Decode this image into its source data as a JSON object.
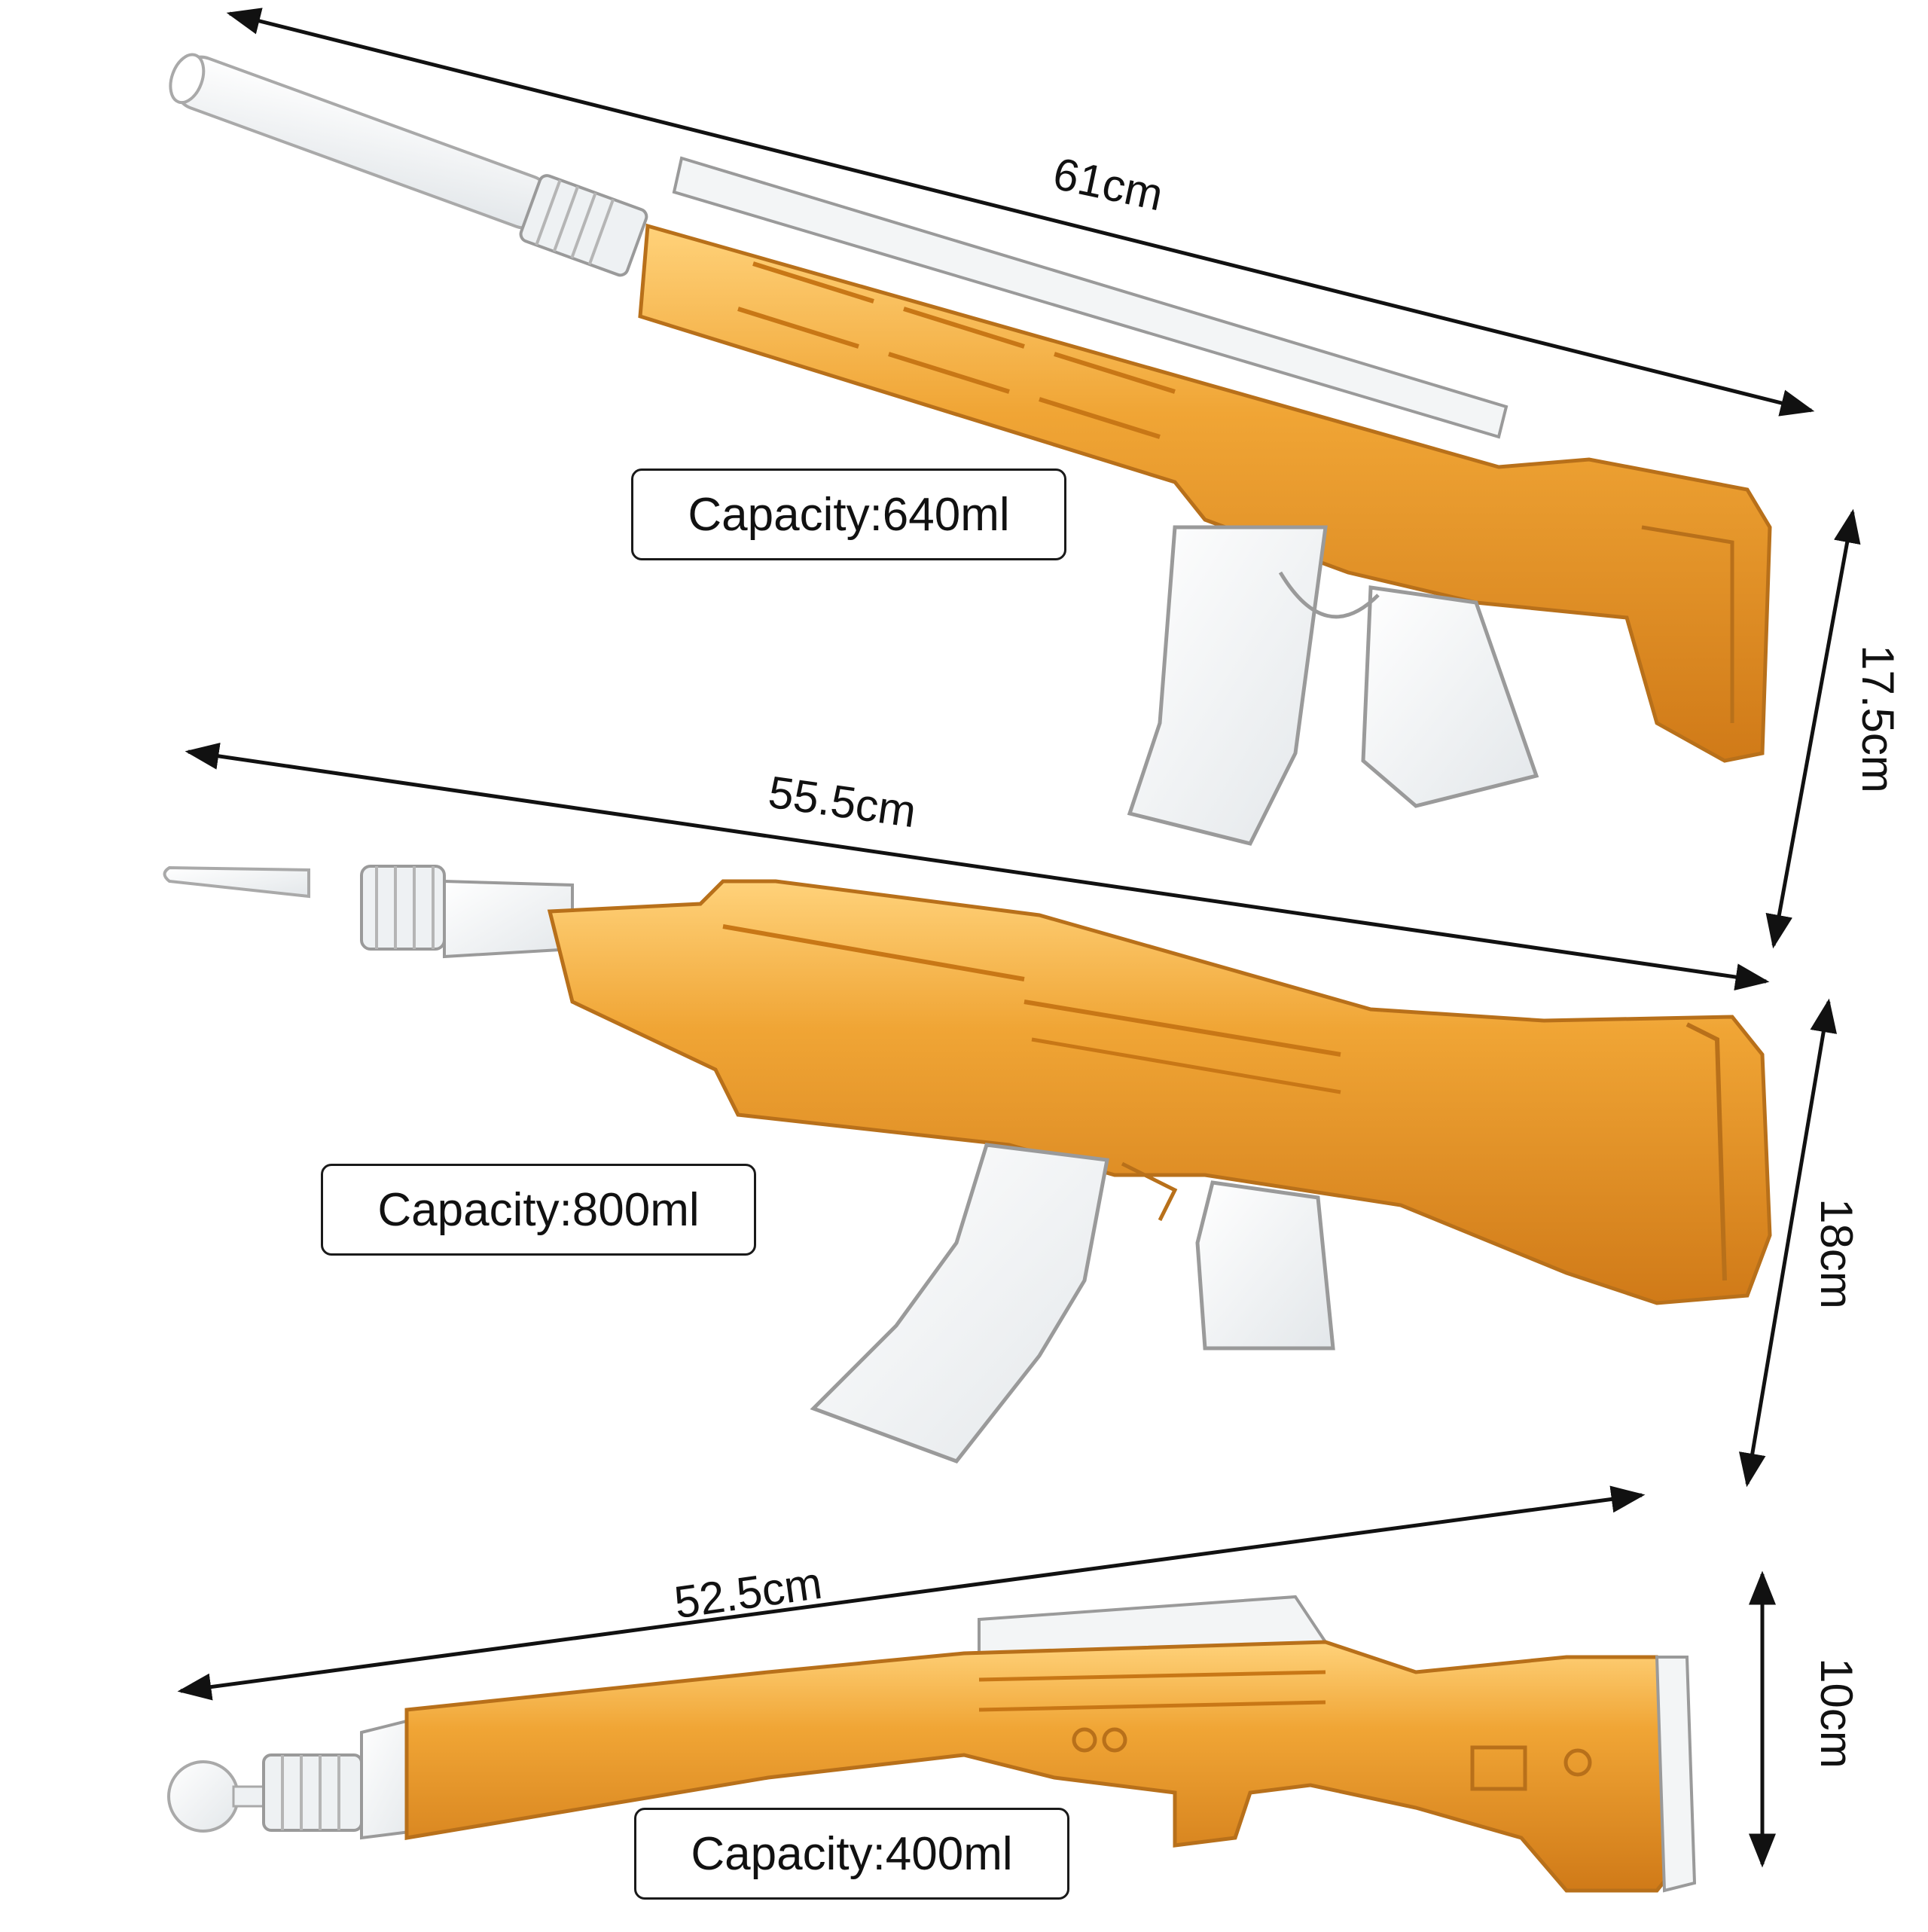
{
  "colors": {
    "liquid": "#f0a535",
    "liquid_dark": "#d07a18",
    "liquid_light": "#ffd27a",
    "glass_outline": "#9a9a9a",
    "glass_fill": "#f2f4f5",
    "arrow": "#111111",
    "box_border": "#1a1a1a"
  },
  "bottles": [
    {
      "name": "ar-style rifle decanter",
      "capacity_label": "Capacity:640ml",
      "length_label": "61cm",
      "height_label": "17.5cm"
    },
    {
      "name": "ak-style rifle decanter",
      "capacity_label": "Capacity:800ml",
      "length_label": "55.5cm",
      "height_label": "18cm"
    },
    {
      "name": "bolt-action rifle decanter",
      "capacity_label": "Capacity:400ml",
      "length_label": "52.5cm",
      "height_label": "10cm"
    }
  ]
}
